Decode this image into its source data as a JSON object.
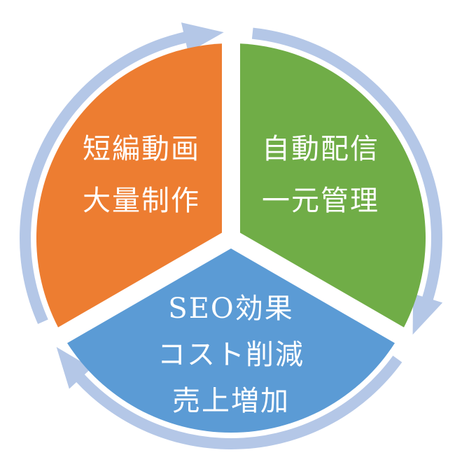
{
  "colors": {
    "background": "#ffffff",
    "ring": "#b4c7e7",
    "segment_production": "#ed7d31",
    "segment_distribution": "#70ad47",
    "segment_results": "#5b9bd5",
    "text": "#ffffff"
  },
  "segments": [
    {
      "lines": [
        "短編動画",
        "大量制作"
      ]
    },
    {
      "lines": [
        "自動配信",
        "一元管理"
      ]
    },
    {
      "lines": [
        "SEO効果",
        "コスト削減",
        "売上増加"
      ]
    }
  ]
}
